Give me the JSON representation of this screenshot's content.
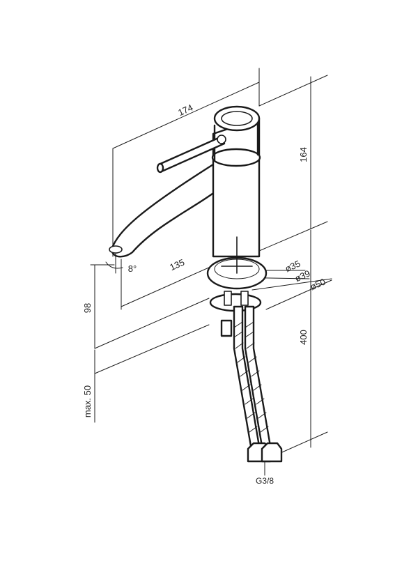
{
  "dimensions": {
    "width_total": "174",
    "height_body": "164",
    "spout_reach": "135",
    "spout_angle": "8°",
    "spout_height": "98",
    "max_deck": "max. 50",
    "hose_length": "400",
    "dia_35": "ø35",
    "dia_39": "ø39",
    "dia_50": "ø50",
    "thread": "G3/8"
  }
}
